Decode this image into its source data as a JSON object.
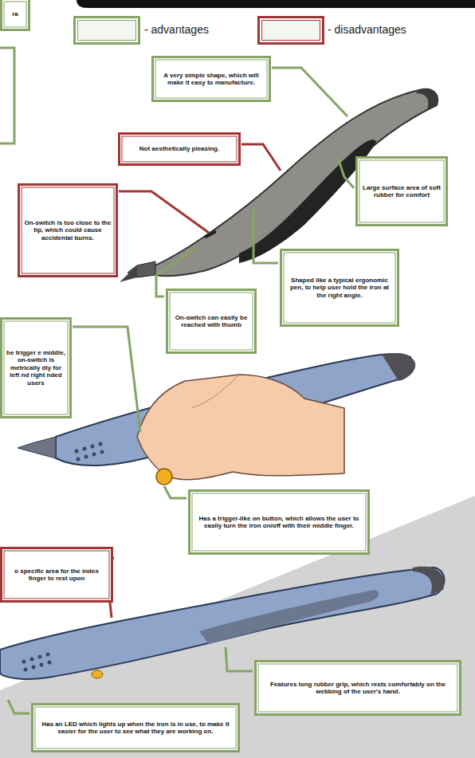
{
  "diagram": {
    "nodes": [
      {
        "text": [
          "ra"
        ]
      },
      {
        "text": [
          "A very simple shape, which will make it easy to manufacture."
        ]
      },
      {
        "text": [
          "Not aesthetically pleasing."
        ]
      },
      {
        "text": [
          "Large surface area of soft rubber for comfort"
        ]
      },
      {
        "text": [
          "On-switch is too close to the tip, which could cause accidental burns."
        ]
      },
      {
        "text": [
          "Shaped like a typical ergonomic pen, to help user hold the iron at the right angle."
        ]
      },
      {
        "text": [
          "On-switch can easily be reached with thumb"
        ]
      },
      {
        "text": [
          "he trigger e middle, on-switch is metrically dly for left nd right nded users"
        ]
      },
      {
        "text": [
          "Has a trigger-like on button, which allows the user to easily turn the iron on/off with their middle finger."
        ]
      },
      {
        "text": [
          "o specific area for the index finger to rest upon"
        ]
      },
      {
        "text": [
          "Features long rubber grip, which rests comfortably on the webbing of the user's hand."
        ]
      },
      {
        "text": [
          "Has an LED which lights up when the iron is in use, to make it easier for the user to see what they are working on."
        ]
      }
    ],
    "legend": [
      {
        "text": "- advantages",
        "color": "#86a366"
      },
      {
        "text": "- disadvantages",
        "color": "#a23535"
      }
    ]
  }
}
